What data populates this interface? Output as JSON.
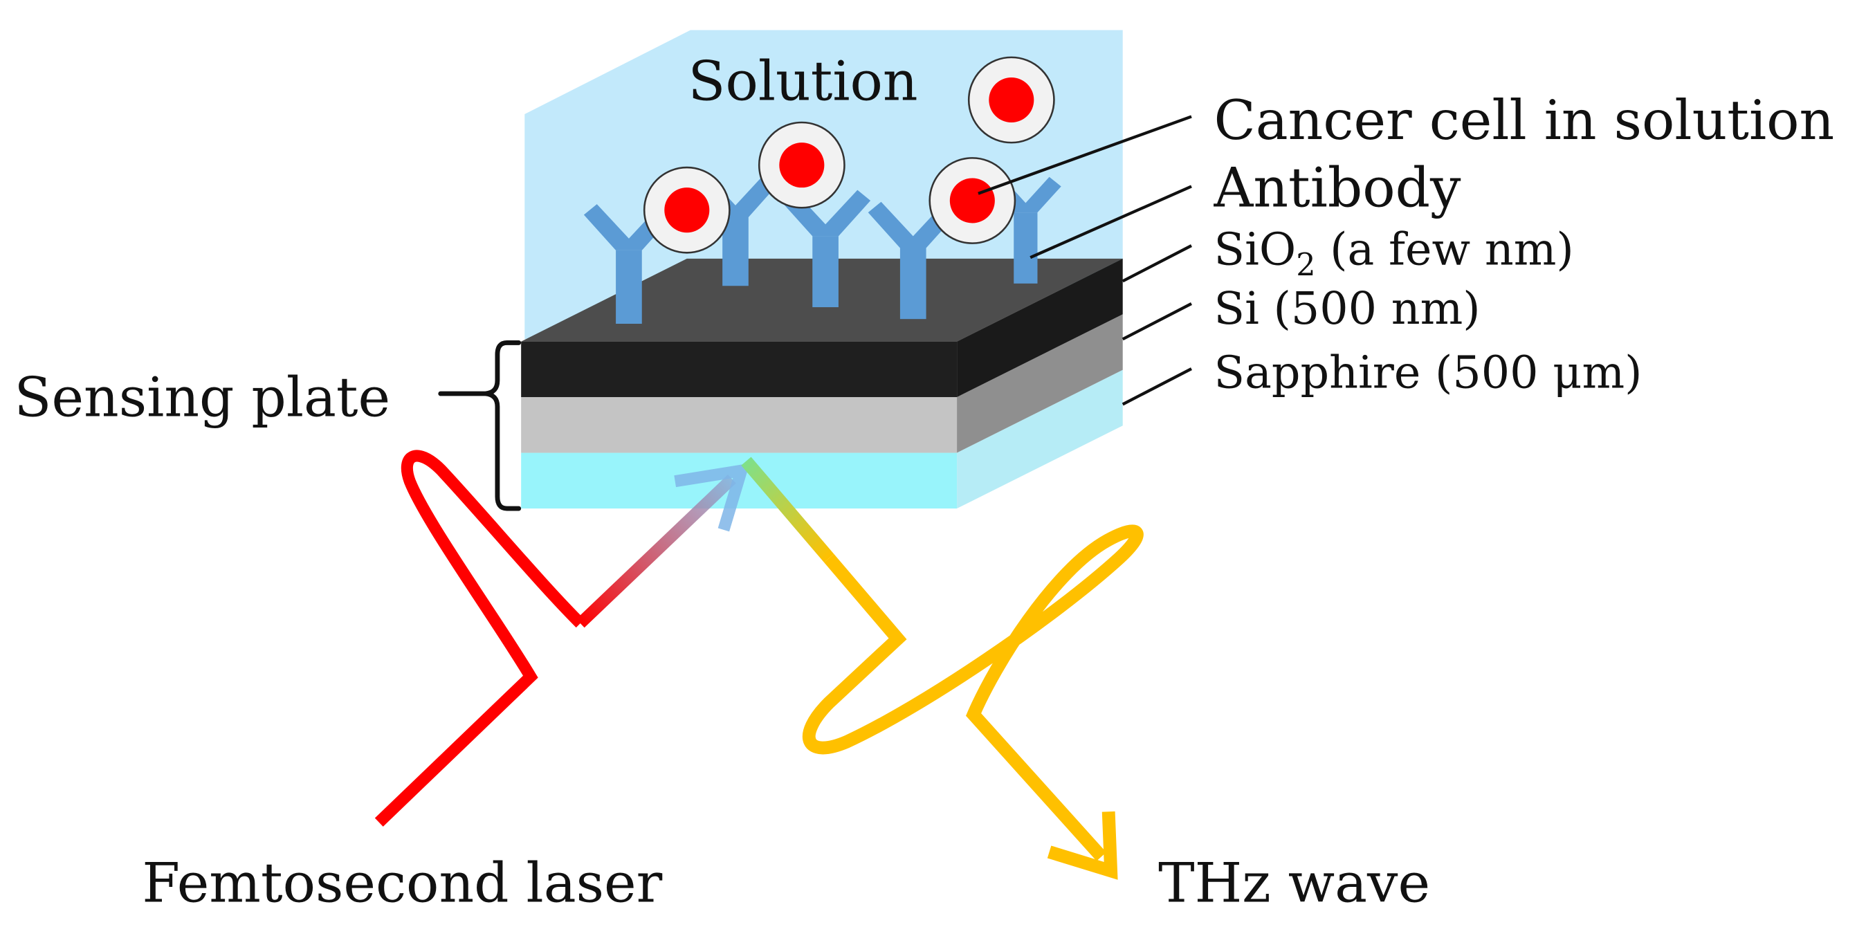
{
  "labels": {
    "solution": "Solution",
    "cancer_cell": "Cancer cell in solution",
    "antibody": "Antibody",
    "sio2_prefix": "SiO",
    "sio2_sub": "2",
    "sio2_suffix": " (a few nm)",
    "si": "Si (500 nm)",
    "sapphire": "Sapphire (500 μm)",
    "sensing_plate": "Sensing plate",
    "femtosecond_laser": "Femtosecond laser",
    "thz_wave": "THz wave"
  },
  "colors": {
    "solution": "#c2e9fb",
    "sio2_top": "#4d4d4d",
    "sio2_front": "#1f1f1f",
    "si_front": "#c4c4c4",
    "si_side": "#8f8f8f",
    "sapphire_front": "#98f4fb",
    "sapphire_side": "#b6ecf6",
    "antibody": "#5b9bd5",
    "cell_core": "#ff0000",
    "laser": "#ff0000",
    "thz": "#ffc000"
  }
}
